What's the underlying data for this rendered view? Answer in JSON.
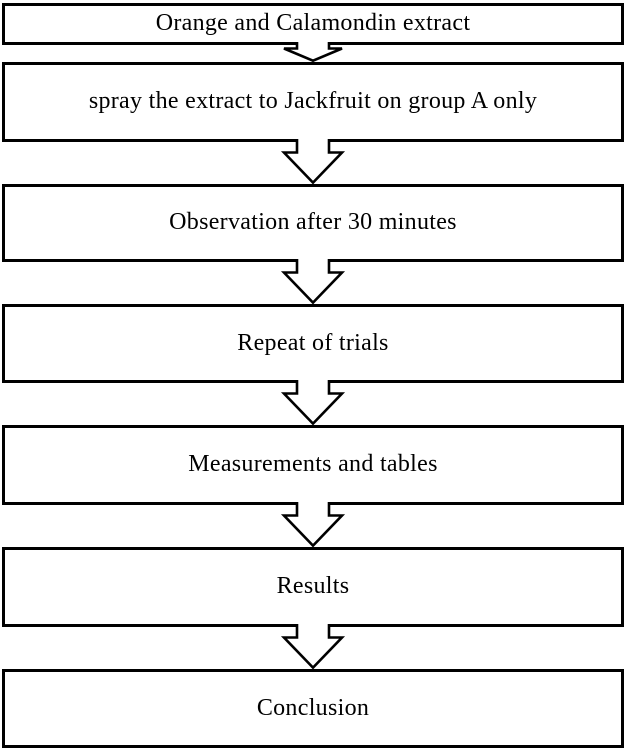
{
  "diagram": {
    "type": "flowchart",
    "direction": "top-down",
    "background_color": "#ffffff",
    "box_border_color": "#000000",
    "box_fill_color": "#ffffff",
    "text_color": "#000000",
    "connector_style": "hollow-block-arrow-down",
    "steps": [
      "Orange and Calamondin extract",
      "spray the extract to Jackfruit on group A only",
      "Observation after 30 minutes",
      "Repeat of trials",
      "Measurements and tables",
      "Results",
      "Conclusion"
    ]
  }
}
